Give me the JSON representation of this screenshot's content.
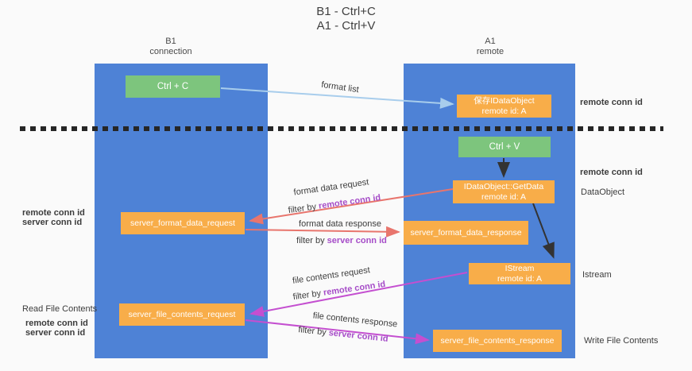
{
  "title": {
    "line1": "B1 - Ctrl+C",
    "line2": "A1 - Ctrl+V"
  },
  "lanes": {
    "left": {
      "name": "B1",
      "role": "connection"
    },
    "right": {
      "name": "A1",
      "role": "remote"
    }
  },
  "nodes": {
    "ctrl_c": "Ctrl + C",
    "ctrl_v": "Ctrl + V",
    "save_idataobject": {
      "line1": "保存IDataObject",
      "line2": "remote id: A"
    },
    "getdata": {
      "line1": "IDataObject::GetData",
      "line2": "remote id: A"
    },
    "istream_box": {
      "line1": "IStream",
      "line2": "remote id: A"
    },
    "server_format_data_request": "server_format_data_request",
    "server_format_data_response": "server_format_data_response",
    "server_file_contents_request": "server_file_contents_request",
    "server_file_contents_response": "server_file_contents_response"
  },
  "flow_labels": {
    "format_list": "format list",
    "format_data_request": "format data request",
    "format_data_response": "format data response",
    "file_contents_request": "file contents request",
    "file_contents_response": "file contents response",
    "filter_by": "filter by ",
    "remote_conn_id": "remote conn id",
    "server_conn_id": "server conn id"
  },
  "side_labels": {
    "remote_conn_id": "remote conn id",
    "server_conn_id": "server conn id",
    "dataobject": "DataObject",
    "istream": "Istream",
    "read_file_contents": "Read File Contents",
    "write_file_contents": "Write File Contents"
  },
  "colors": {
    "lane_blue": "#4e82d6",
    "box_orange": "#f8ad49",
    "box_green": "#7dc57d",
    "label_purple": "#a64dc8",
    "label_green": "#58bb58",
    "arrow_red": "#e8756d",
    "arrow_magenta": "#c44fd0",
    "arrow_lightblue": "#a8cdec",
    "arrow_black": "#333333",
    "background": "#fafafa"
  }
}
